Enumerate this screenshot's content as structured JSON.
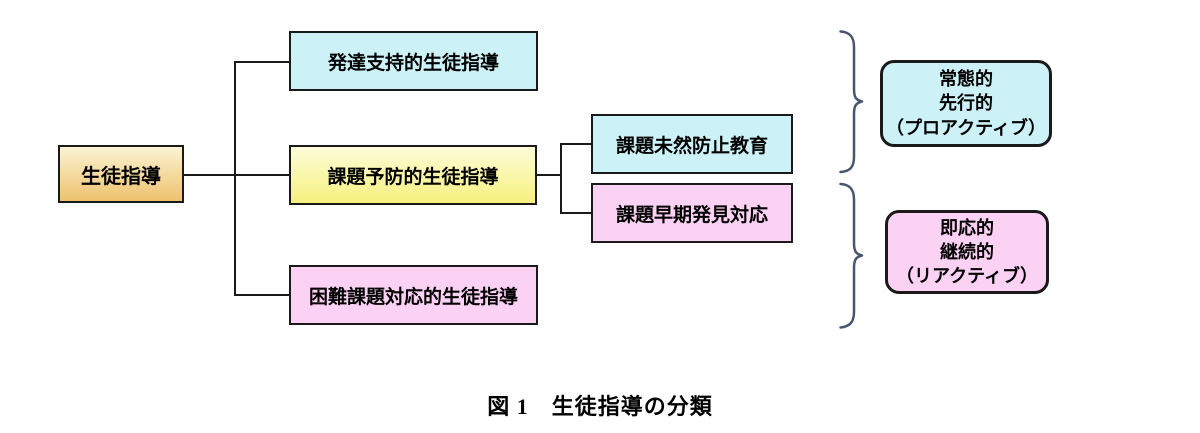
{
  "colors": {
    "cyan_fill": "#ccf2f7",
    "pink_fill": "#fbd1f4",
    "yellow_gradient_top": "#fefdd8",
    "yellow_gradient_bottom": "#f6f07e",
    "orange_gradient_top": "#fcf3d4",
    "orange_gradient_bottom": "#edc26d",
    "box_border": "#1a1a1a",
    "connector_line": "#1a1a1a",
    "brace_stroke": "#47566e"
  },
  "diagram": {
    "root": {
      "label": "生徒指導"
    },
    "branches": [
      {
        "id": "developmental-support",
        "label": "発達支持的生徒指導"
      },
      {
        "id": "issue-prevention",
        "label": "課題予防的生徒指導"
      },
      {
        "id": "difficult-issue-response",
        "label": "困難課題対応的生徒指導"
      }
    ],
    "sub_branches": [
      {
        "id": "issue-prevention-education",
        "label": "課題未然防止教育"
      },
      {
        "id": "early-detection-response",
        "label": "課題早期発見対応"
      }
    ],
    "group_labels": [
      {
        "id": "proactive",
        "lines": [
          "常態的",
          "先行的",
          "（プロアクティブ）"
        ]
      },
      {
        "id": "reactive",
        "lines": [
          "即応的",
          "継続的",
          "（リアクティブ）"
        ]
      }
    ]
  },
  "caption": "図 1　生徒指導の分類"
}
